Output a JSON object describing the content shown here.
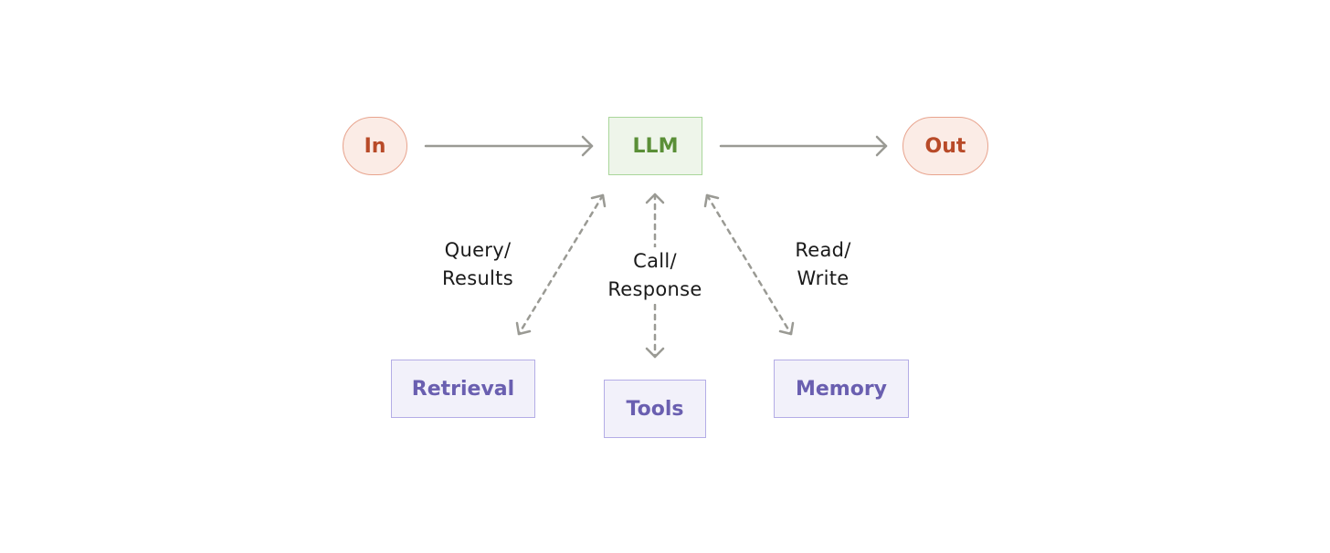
{
  "nodes": {
    "in": "In",
    "llm": "LLM",
    "out": "Out",
    "retrieval": "Retrieval",
    "tools": "Tools",
    "memory": "Memory"
  },
  "edge_labels": {
    "query_results": [
      "Query/",
      "Results"
    ],
    "call_response": [
      "Call/",
      "Response"
    ],
    "read_write": [
      "Read/",
      "Write"
    ]
  },
  "colors": {
    "terminal_fill": "#fbece6",
    "terminal_border": "#e8a48e",
    "terminal_text": "#b84a28",
    "llm_fill": "#eef5ea",
    "llm_border": "#a9d69a",
    "llm_text": "#5a8f37",
    "aux_fill": "#f2f1fa",
    "aux_border": "#b4ade6",
    "aux_text": "#6a5fb0",
    "arrow": "#9a9a94"
  }
}
